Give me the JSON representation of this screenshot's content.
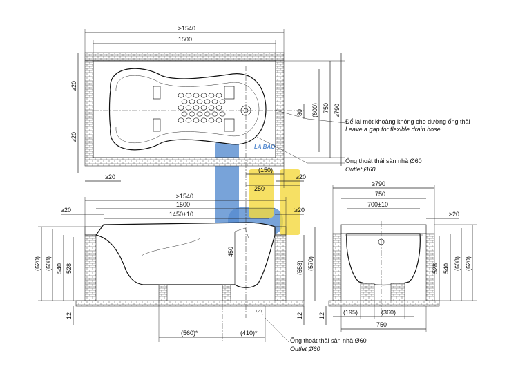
{
  "dimensions": {
    "plan": {
      "overall_w": "≥1540",
      "tub_w": "1500",
      "left_gap_top": "≥20",
      "left_gap_bottom": "≥20",
      "bottom_gap": "≥20",
      "h80": "80",
      "h600": "(600)",
      "h750": "750",
      "h790": "≥790",
      "d150": "(150)",
      "d250": "250",
      "right_gap": "≥20"
    },
    "side": {
      "overall_w": "≥1540",
      "tub_w": "1500",
      "inner_w": "1450±10",
      "left_gap": "≥20",
      "right_gap": "≥20",
      "h620": "(620)",
      "h608": "(608)",
      "h540": "540",
      "h528": "528",
      "h450": "450",
      "h558": "(558)",
      "h570": "(570)",
      "base12_left": "12",
      "base12_right": "12",
      "d560": "(560)*",
      "d410": "(410)*"
    },
    "end": {
      "overall_w": "≥790",
      "tub_w": "750",
      "inner_w": "700±10",
      "right_gap": "≥20",
      "h528": "528",
      "h540": "540",
      "h608": "(608)",
      "h620": "(620)",
      "base12": "12",
      "d195": "(195)",
      "d360": "(360)",
      "bottom_w": "750"
    }
  },
  "annotations": {
    "gap_vi": "Để lại một khoảng không cho đường ống thải",
    "gap_en": "Leave a gap for flexible drain hose",
    "outlet_plan_vi": "Ống thoát thải sàn nhà Ø60",
    "outlet_plan_en": "Outlet Ø60",
    "outlet_side_vi": "Ống thoát thải sàn nhà Ø60",
    "outlet_side_en": "Outlet Ø60"
  },
  "watermark": "LA BAO",
  "colors": {
    "watermark_blue": "#3a78c8",
    "watermark_yellow": "#f2d21c",
    "line": "#222222"
  }
}
